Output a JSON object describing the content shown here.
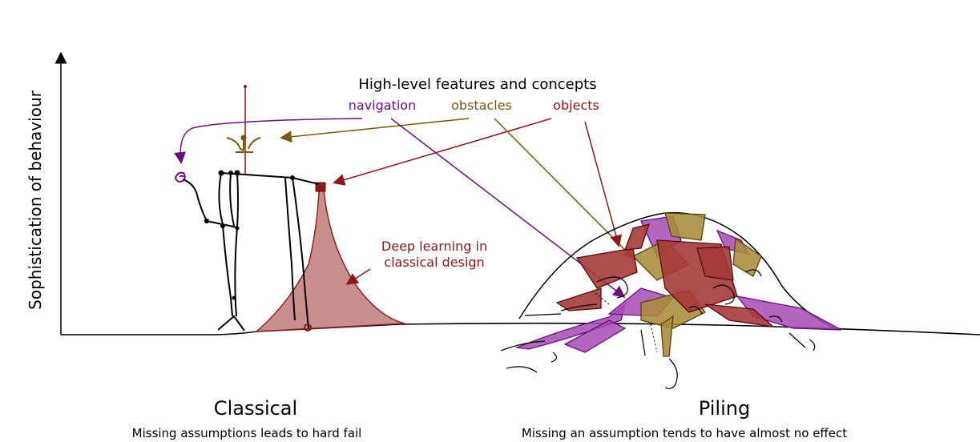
{
  "axis": {
    "y_label": "Sophistication of behaviour"
  },
  "header": {
    "title": "High-level features and concepts",
    "concepts": [
      {
        "label": "navigation",
        "color": "#6b0f7a"
      },
      {
        "label": "obstacles",
        "color": "#7a5a0a"
      },
      {
        "label": "objects",
        "color": "#8b1a1a"
      }
    ]
  },
  "annotation": {
    "deep_learning_line1": "Deep learning in",
    "deep_learning_line2": "classical design",
    "color": "#8b1a1a"
  },
  "sections": {
    "classical": {
      "title": "Classical",
      "subtitle": "Missing assumptions leads to hard fail"
    },
    "piling": {
      "title": "Piling",
      "subtitle": "Missing an assumption tends to have almost no effect"
    }
  },
  "colors": {
    "navigation": "#6b0f7a",
    "navigation_fill": "#a64bb5",
    "obstacles": "#7a5a0a",
    "obstacles_fill": "#a88c3a",
    "objects": "#8b1a1a",
    "objects_fill": "#a53a3a",
    "deep_learning_fill": "#c98f8f"
  }
}
